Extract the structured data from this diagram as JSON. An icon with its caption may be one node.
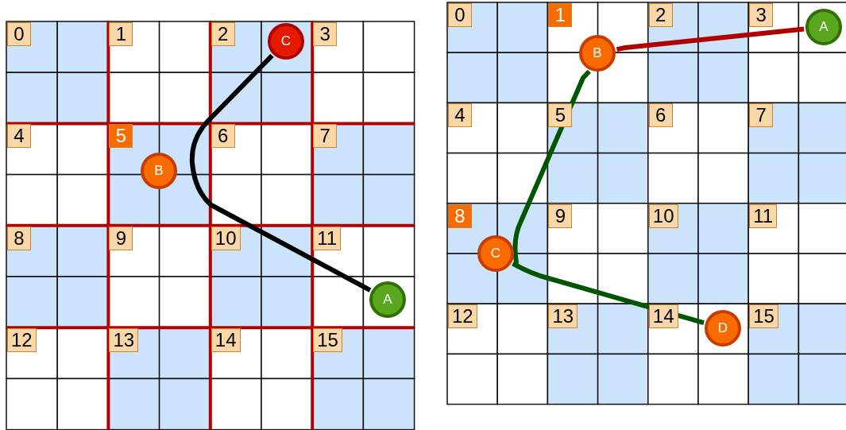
{
  "diagram": {
    "nodes": [
      {
        "text": [
          "C"
        ]
      },
      {
        "text": [
          "B"
        ]
      },
      {
        "text": [
          "A"
        ]
      },
      {
        "text": [
          "A"
        ]
      },
      {
        "text": [
          "B"
        ]
      },
      {
        "text": [
          "C"
        ]
      },
      {
        "text": [
          "D"
        ]
      }
    ],
    "edges": [
      {
        "from": 0,
        "to": 2,
        "arrow": "none",
        "color": "#000000"
      },
      {
        "from": 3,
        "to": 4,
        "arrow": "none",
        "color": "#b00000"
      },
      {
        "from": 4,
        "to": 5,
        "arrow": "none",
        "color": "#005500"
      },
      {
        "from": 5,
        "to": 6,
        "arrow": "none",
        "color": "#005500"
      }
    ],
    "labels": [
      "0",
      "1",
      "2",
      "3",
      "4",
      "5",
      "6",
      "7",
      "8",
      "9",
      "10",
      "11",
      "12",
      "13",
      "14",
      "15",
      "0",
      "1",
      "2",
      "3",
      "4",
      "5",
      "6",
      "7",
      "8",
      "9",
      "10",
      "11",
      "12",
      "13",
      "14",
      "15"
    ]
  }
}
